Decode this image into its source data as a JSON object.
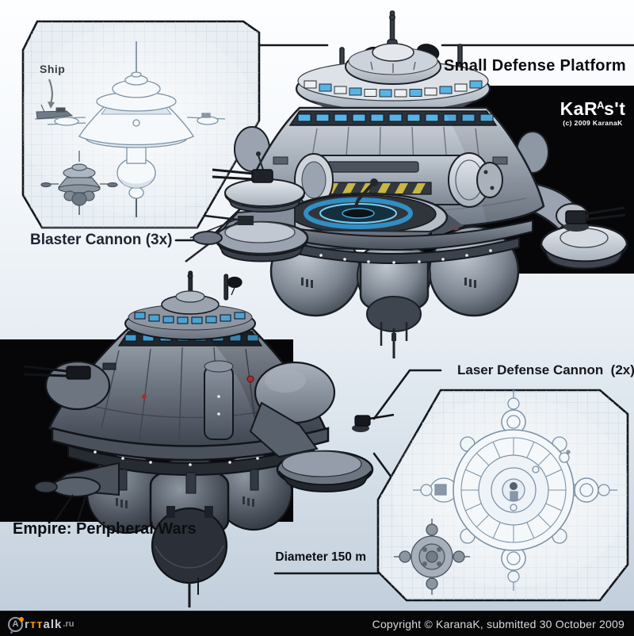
{
  "artwork": {
    "title": "Small Defense Platform",
    "subject": "Empire: Peripheral Wars",
    "diameter_note": "Diameter 150 m",
    "callouts": {
      "blaster": "Blaster Cannon (3x)",
      "laser": "Laser Defense Cannon  (2x)",
      "ship": "Ship"
    },
    "artist_logo": {
      "p1": "Ka",
      "p2": "R",
      "p3": "A",
      "p4": "s",
      "p5": "'t",
      "subline": "(c) 2009 KaranaK"
    },
    "colors": {
      "accent_blue": "#57b4e6",
      "hazard_yellow": "#c9b643",
      "logo_orange": "#ef930e",
      "panel_black": "#060608",
      "blueprint_line": "#7c92a6"
    }
  },
  "footer": {
    "copyright": "Copyright © KaranaK, submitted 30 October 2009",
    "site_logo": {
      "a": "A",
      "r": "r",
      "tt": "тт",
      "alk": "alk",
      "tld": ".ru"
    }
  }
}
